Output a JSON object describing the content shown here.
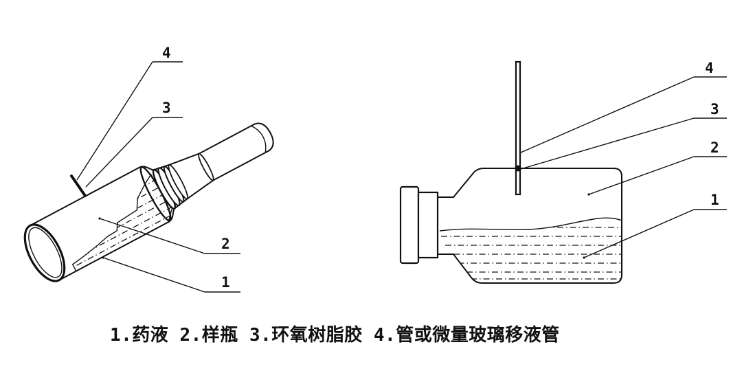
{
  "left_figure": {
    "callouts": [
      {
        "label": "4"
      },
      {
        "label": "3"
      },
      {
        "label": "2"
      },
      {
        "label": "1"
      }
    ]
  },
  "right_figure": {
    "callouts": [
      {
        "label": "4"
      },
      {
        "label": "3"
      },
      {
        "label": "2"
      },
      {
        "label": "1"
      }
    ]
  },
  "caption": {
    "items": [
      {
        "text": "1.药液"
      },
      {
        "text": "2.样瓶"
      },
      {
        "text": "3.环氧树脂胶"
      },
      {
        "text": "4.管或微量玻璃移液管"
      }
    ]
  },
  "colors": {
    "line": "#111111",
    "background": "#ffffff"
  }
}
